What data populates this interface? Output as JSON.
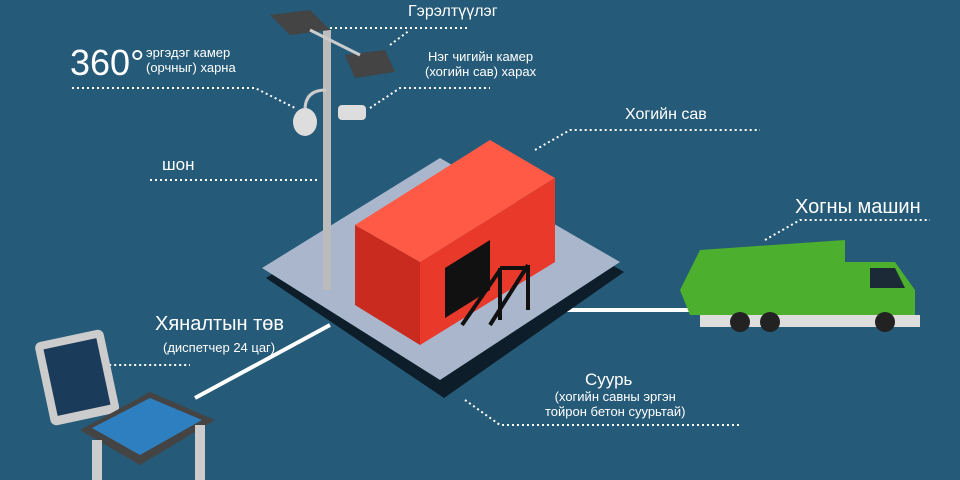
{
  "labels": {
    "lighting": "Гэрэлтүүлэг",
    "degrees": "360°",
    "rotating_camera_l1": "эргэдэг камер",
    "rotating_camera_l2": "(орчныг) харна",
    "fixed_camera_l1": "Нэг чигийн камер",
    "fixed_camera_l2": "(хогийн сав) харах",
    "pole": "шон",
    "bin": "Хогийн сав",
    "truck": "Хогны машин",
    "control_center": "Хяналтын төв",
    "control_center_sub": "(диспетчер 24 цаг)",
    "foundation": "Суурь",
    "foundation_sub_l1": "(хогийн савны эргэн",
    "foundation_sub_l2": "тойрон бетон суурьтай)"
  },
  "colors": {
    "background": "#255a78",
    "container": "#e8392a",
    "truck": "#4caf2e",
    "platform": "#a9b6cc"
  }
}
